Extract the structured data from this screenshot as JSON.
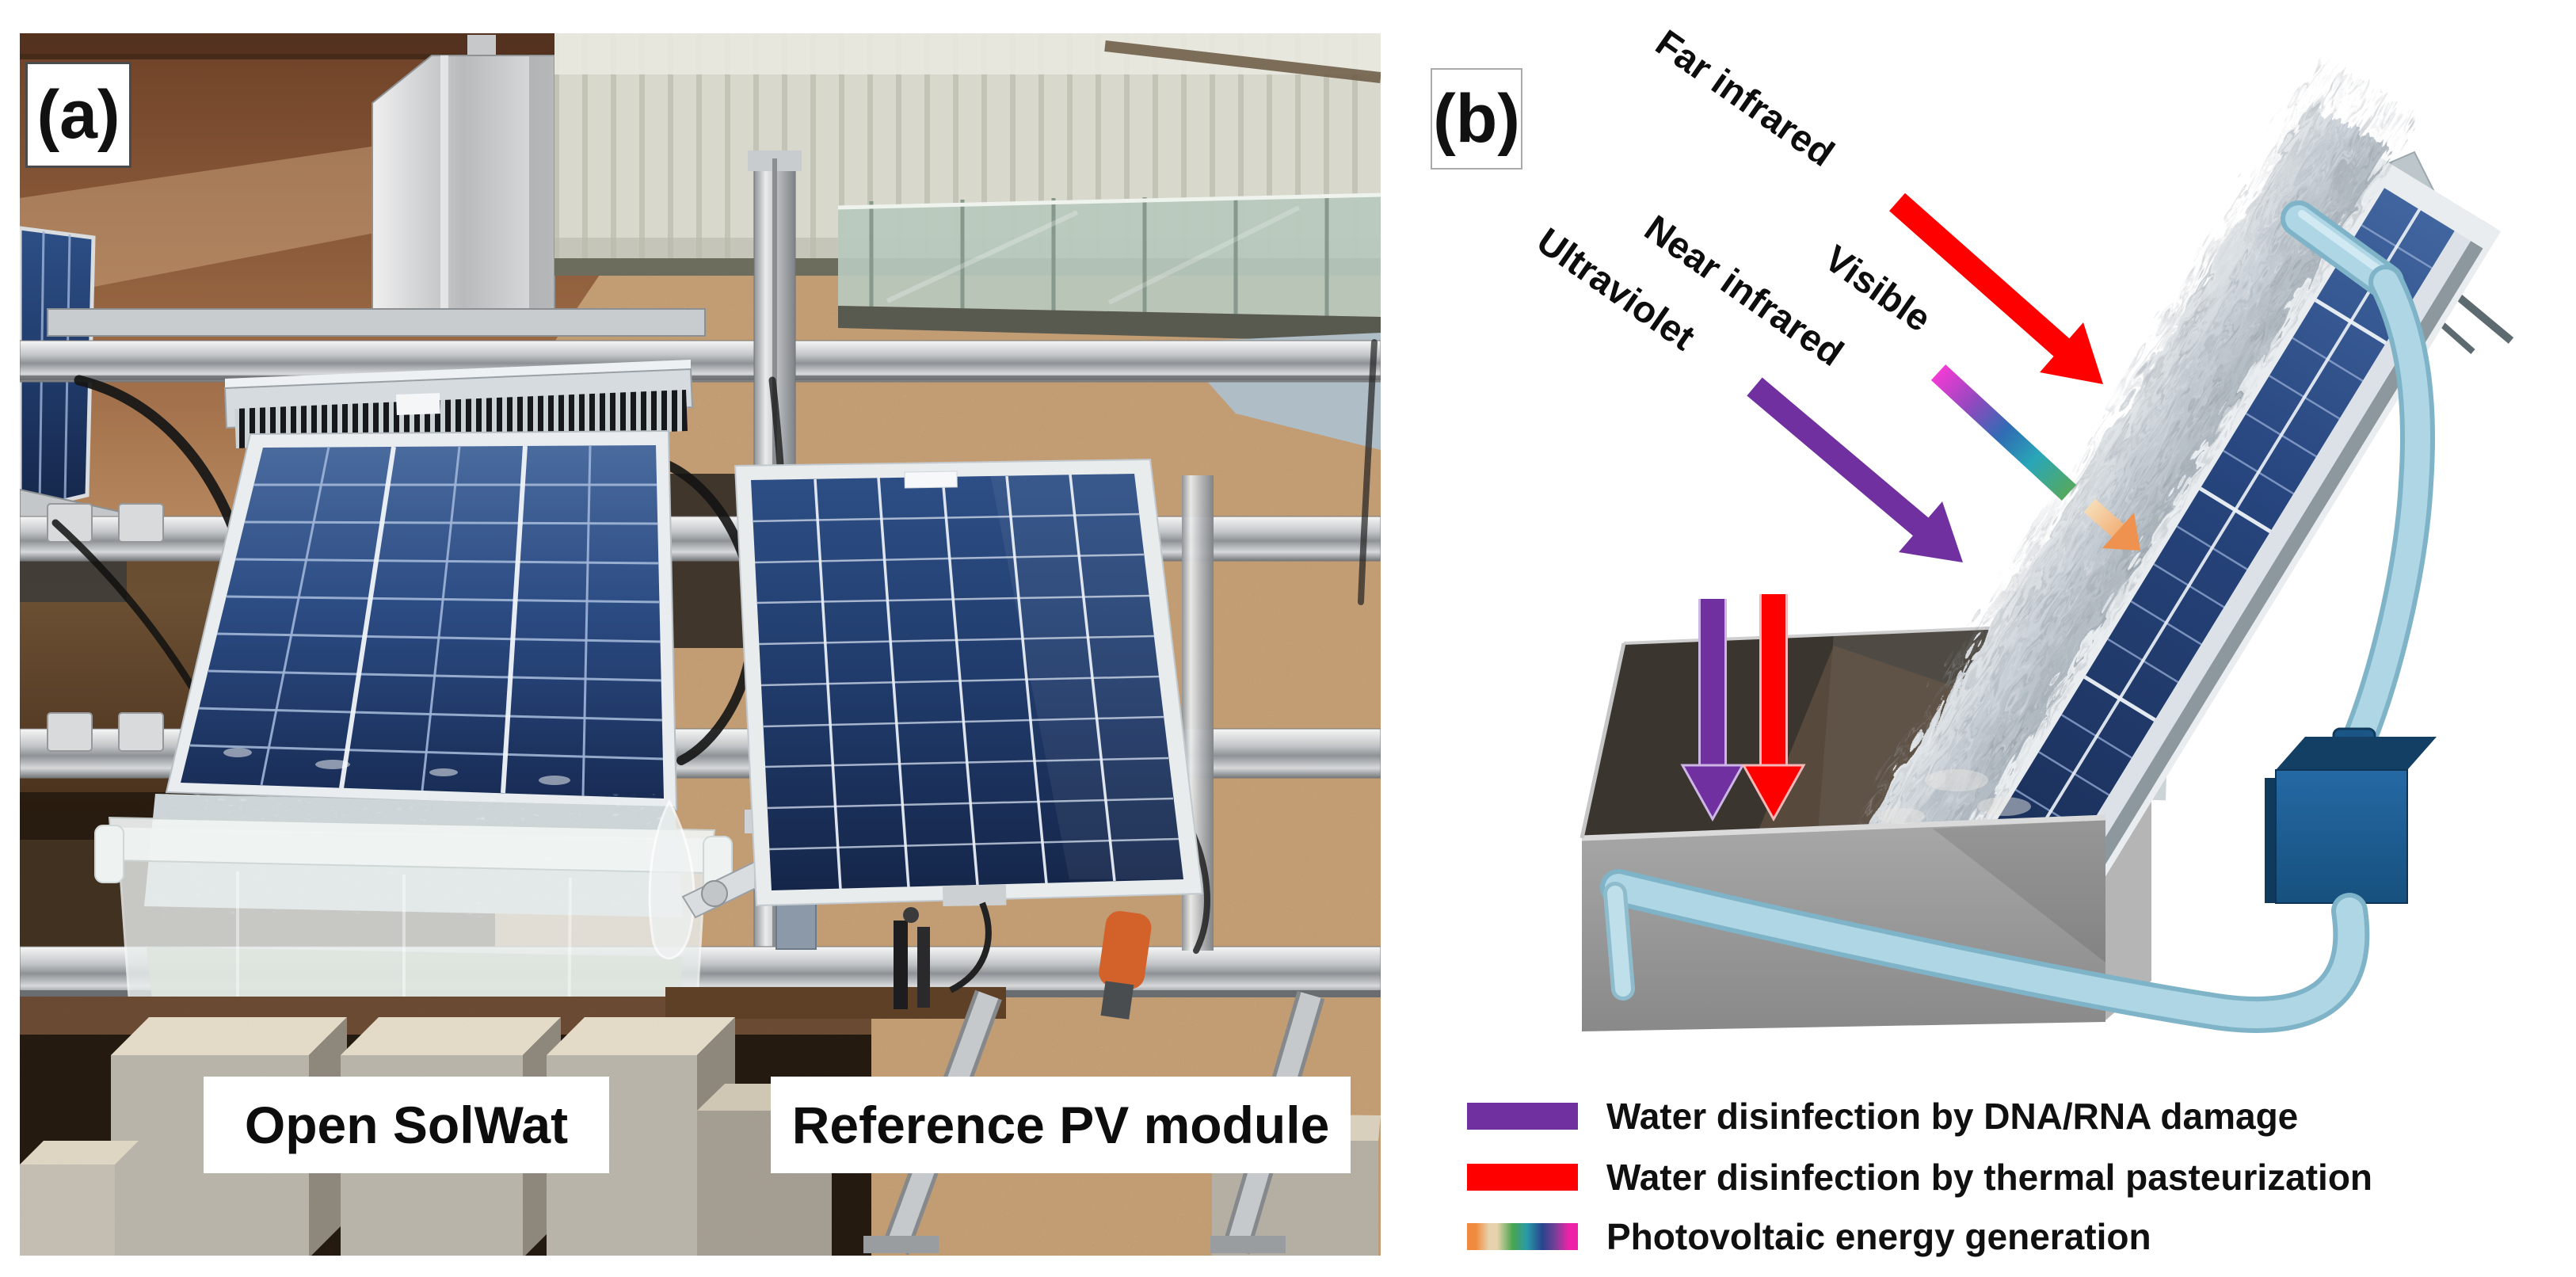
{
  "figure": {
    "panel_a": {
      "tag": "(a)",
      "labels": {
        "device": "Open SolWat",
        "reference": "Reference PV module"
      }
    },
    "panel_b": {
      "tag": "(b)",
      "spectrum_labels": {
        "far_infrared": "Far infrared",
        "visible": "Visible",
        "near_infrared": "Near infrared",
        "ultraviolet": "Ultraviolet"
      },
      "legend": [
        {
          "swatch": "purple-bar",
          "color": "#7030A0",
          "label": "Water disinfection by DNA/RNA damage"
        },
        {
          "swatch": "red-bar",
          "color": "#FF0000",
          "label": "Water disinfection by thermal pasteurization"
        },
        {
          "swatch": "spectrum-gradient-bar",
          "colors": [
            "#EF8B3F",
            "#E8D2AE",
            "#4AA64F",
            "#2A9AA8",
            "#27458E",
            "#7B3F98",
            "#EE22A6"
          ],
          "label": "Photovoltaic energy generation"
        }
      ]
    }
  }
}
